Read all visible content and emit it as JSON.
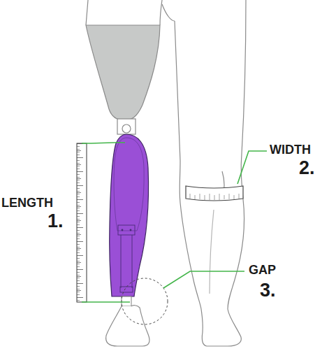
{
  "diagram": {
    "labels": [
      "LENGTH",
      "1.",
      "WIDTH",
      "2.",
      "GAP",
      "3."
    ]
  }
}
